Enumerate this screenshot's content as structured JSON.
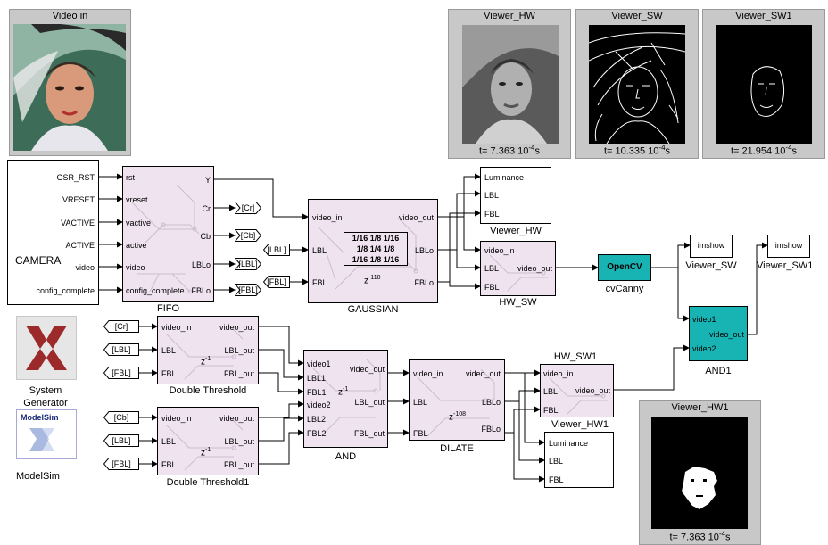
{
  "viewers": {
    "video_in": {
      "title": "Video in"
    },
    "viewer_hw": {
      "title": "Viewer_HW",
      "time": "t= 7.363 10",
      "exp": "-4",
      "unit": "s"
    },
    "viewer_sw": {
      "title": "Viewer_SW",
      "time": "t= 10.335 10",
      "exp": "-4",
      "unit": "s"
    },
    "viewer_sw1": {
      "title": "Viewer_SW1",
      "time": "t= 21.954 10",
      "exp": "-4",
      "unit": "s"
    },
    "viewer_hw1": {
      "title": "Viewer_HW1",
      "time": "t= 7.363 10",
      "exp": "-4",
      "unit": "s"
    }
  },
  "camera": {
    "label": "CAMERA",
    "ports": [
      "GSR_RST",
      "VRESET",
      "VACTIVE",
      "ACTIVE",
      "video",
      "config_complete"
    ]
  },
  "fifo": {
    "label": "FIFO",
    "in_ports": [
      "rst",
      "vreset",
      "vactive",
      "active",
      "video",
      "config_complete"
    ],
    "out_ports": [
      "Y",
      "Cr",
      "Cb",
      "LBLo",
      "FBLo"
    ]
  },
  "goto_tags": {
    "cr": "[Cr]",
    "cb": "[Cb]",
    "lbl": "[LBL]",
    "fbl": "[FBL]"
  },
  "gaussian": {
    "label": "GAUSSIAN",
    "in_ports": [
      "video_in",
      "LBL",
      "FBL"
    ],
    "out_ports": [
      "video_out",
      "LBLo",
      "FBLo"
    ],
    "kernel": [
      "1/16 1/8 1/16",
      "1/8  1/4 1/8",
      "1/16 1/8 1/16"
    ],
    "delay_z": "z",
    "delay_exp": "-110"
  },
  "viewer_hw_block": {
    "label": "Viewer_HW",
    "ports": [
      "Luminance",
      "LBL",
      "FBL"
    ]
  },
  "hw_sw": {
    "label": "HW_SW",
    "in_ports": [
      "video_in",
      "LBL",
      "FBL"
    ],
    "out_port": "video_out"
  },
  "opencv": {
    "text": "OpenCV",
    "label": "cvCanny"
  },
  "imshow_sw": {
    "text": "imshow",
    "label": "Viewer_SW"
  },
  "imshow_sw1": {
    "text": "imshow",
    "label": "Viewer_SW1"
  },
  "and1": {
    "label": "AND1",
    "in_ports": [
      "video1",
      "video2"
    ],
    "out_port": "video_out"
  },
  "sysgen": {
    "label_line1": "System",
    "label_line2": "Generator"
  },
  "modelsim": {
    "icon_text": "ModelSim",
    "label": "ModelSim"
  },
  "dt1": {
    "label": "Double Threshold",
    "in_tags": [
      "[Cr]",
      "[LBL]",
      "[FBL]"
    ],
    "in_ports": [
      "video_in",
      "LBL",
      "FBL"
    ],
    "out_ports": [
      "video_out",
      "LBL_out",
      "FBL_out"
    ],
    "delay_z": "z",
    "delay_exp": "-1"
  },
  "dt2": {
    "label": "Double Threshold1",
    "in_tags": [
      "[Cb]",
      "[LBL]",
      "[FBL]"
    ],
    "in_ports": [
      "video_in",
      "LBL",
      "FBL"
    ],
    "out_ports": [
      "video_out",
      "LBL_out",
      "FBL_out"
    ],
    "delay_z": "z",
    "delay_exp": "-1"
  },
  "and_block": {
    "label": "AND",
    "in_ports": [
      "video1",
      "LBL1",
      "FBL1",
      "video2",
      "LBL2",
      "FBL2"
    ],
    "out_ports": [
      "video_out",
      "LBL_out",
      "FBL_out"
    ],
    "delay_z": "z",
    "delay_exp": "-1"
  },
  "dilate": {
    "label": "DILATE",
    "in_ports": [
      "video_in",
      "LBL",
      "FBL"
    ],
    "out_ports": [
      "video_out",
      "LBLo",
      "FBLo"
    ],
    "delay_z": "z",
    "delay_exp": "-108"
  },
  "hw_sw1": {
    "label": "HW_SW1",
    "in_ports": [
      "video_in",
      "LBL",
      "FBL"
    ],
    "out_port": "video_out"
  },
  "viewer_hw1_block": {
    "label": "Viewer_HW1",
    "ports": [
      "Luminance",
      "LBL",
      "FBL"
    ]
  }
}
